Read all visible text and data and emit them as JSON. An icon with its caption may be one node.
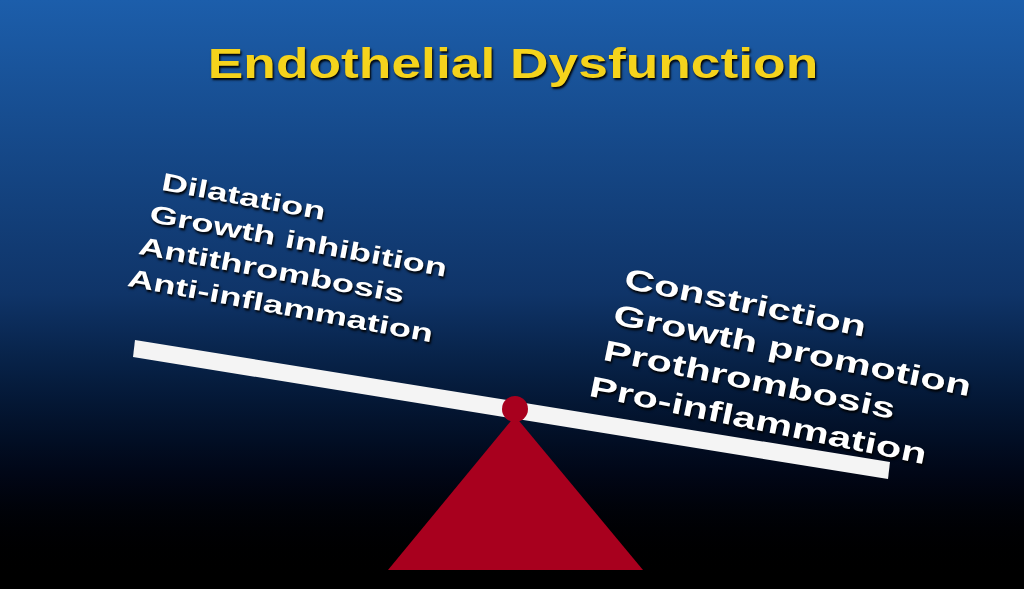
{
  "diagram": {
    "title": "Endothelial Dysfunction",
    "labels": [
      "Dilatation",
      "Growth inhibition",
      "Antithrombosis",
      "Anti-inflammation",
      "Constriction",
      "Growth promotion",
      "Prothrombosis",
      "Pro-inflammation"
    ]
  }
}
